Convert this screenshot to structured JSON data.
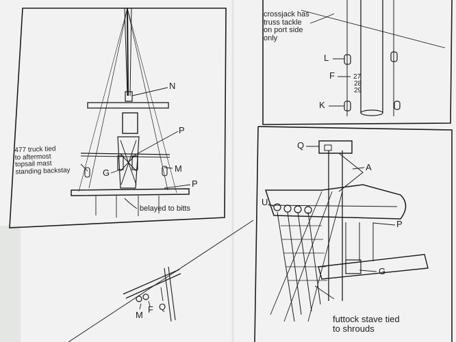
{
  "panels": {
    "left": {
      "annotation_477": "477 truck tied\nto aftermost\ntopsail mast\nstanding backstay",
      "label_N": "N",
      "label_P_upper": "P",
      "label_G": "G",
      "label_M": "M",
      "label_P_lower": "P",
      "belayed": "belayed to bitts"
    },
    "top_right": {
      "crossjack_note": "crossjack has\ntruss tackle\non port side\nonly",
      "label_L": "L",
      "label_F": "F",
      "num_27": "27",
      "num_28": "28",
      "num_29": "29",
      "label_K": "K"
    },
    "bottom_right": {
      "label_Q": "Q",
      "label_A": "A",
      "label_U": "U",
      "label_P": "P",
      "label_G": "G",
      "futtock_note": "futtock stave tied\nto shrouds"
    },
    "bottom_left": {
      "label_M": "M",
      "label_F": "F",
      "label_Q": "Q"
    }
  },
  "colors": {
    "paper": "#f1f2f1",
    "ink": "#1c1c1c",
    "shadow": "#d9dbd9"
  }
}
